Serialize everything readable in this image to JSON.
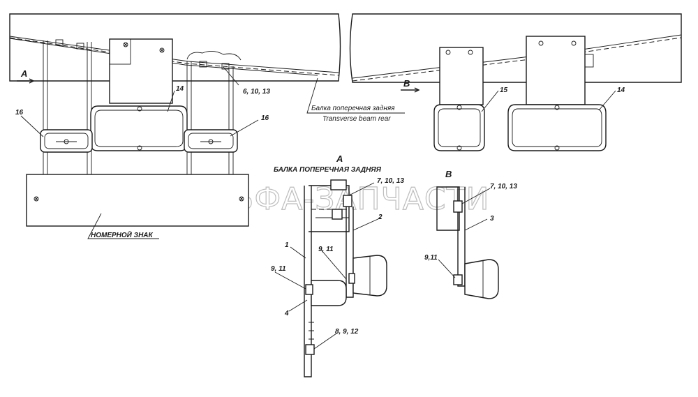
{
  "view_labels": {
    "a_top": "A",
    "b_top": "B",
    "a_section": "A",
    "b_section": "B"
  },
  "titles": {
    "section_a": "БАЛКА ПОПЕРЕЧНАЯ ЗАДНЯЯ"
  },
  "beam_label": {
    "ru": "Балка поперечная задняя",
    "en": "Transverse beam rear"
  },
  "plate_label": "НОМЕРНОЙ ЗНАК",
  "watermark": "АЛЬФА-ЗАПЧАСТИ",
  "callouts": {
    "c16_left": "16",
    "c14_main": "14",
    "c16_right": "16",
    "c6_10_13": "6, 10, 13",
    "c15": "15",
    "c14_b": "14",
    "c7_a": "7, 10, 13",
    "c2": "2",
    "c1": "1",
    "c9_11_a1": "9, 11",
    "c9_11_a2": "9, 11",
    "c4": "4",
    "c8_9_12": "8, 9, 12",
    "c7_b": "7, 10, 13",
    "c3": "3",
    "c9_11_b": "9,11"
  }
}
